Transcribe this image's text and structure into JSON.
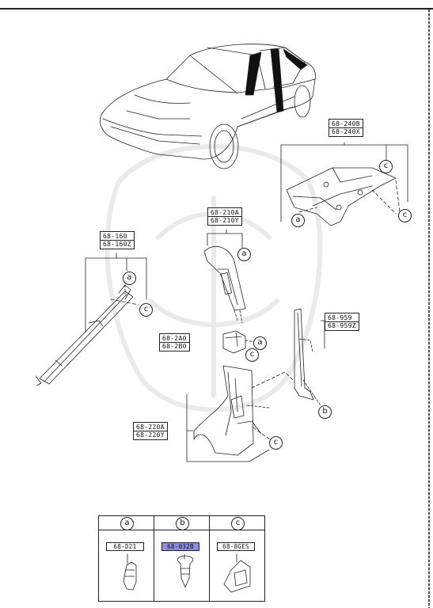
{
  "labels": {
    "rear_trim_upper": [
      "68-240B",
      "68-240X"
    ],
    "b_pillar_upper": [
      "68-210A",
      "68-210Y"
    ],
    "a_pillar": [
      "68-160",
      "68-160Z"
    ],
    "bracket": [
      "68-2A0",
      "68-2B0"
    ],
    "strip": [
      "68-959",
      "68-959Z"
    ],
    "b_pillar_lower": [
      "68-220A",
      "68-220Y"
    ]
  },
  "callouts": {
    "a": "a",
    "b": "b",
    "c": "c"
  },
  "legend": [
    {
      "letter": "a",
      "code": "68-D21",
      "highlight": false
    },
    {
      "letter": "b",
      "code": "68-032B",
      "highlight": true
    },
    {
      "letter": "c",
      "code": "68-8GES",
      "highlight": false
    }
  ],
  "colors": {
    "line": "#222222",
    "highlight": "#8f8de0"
  }
}
